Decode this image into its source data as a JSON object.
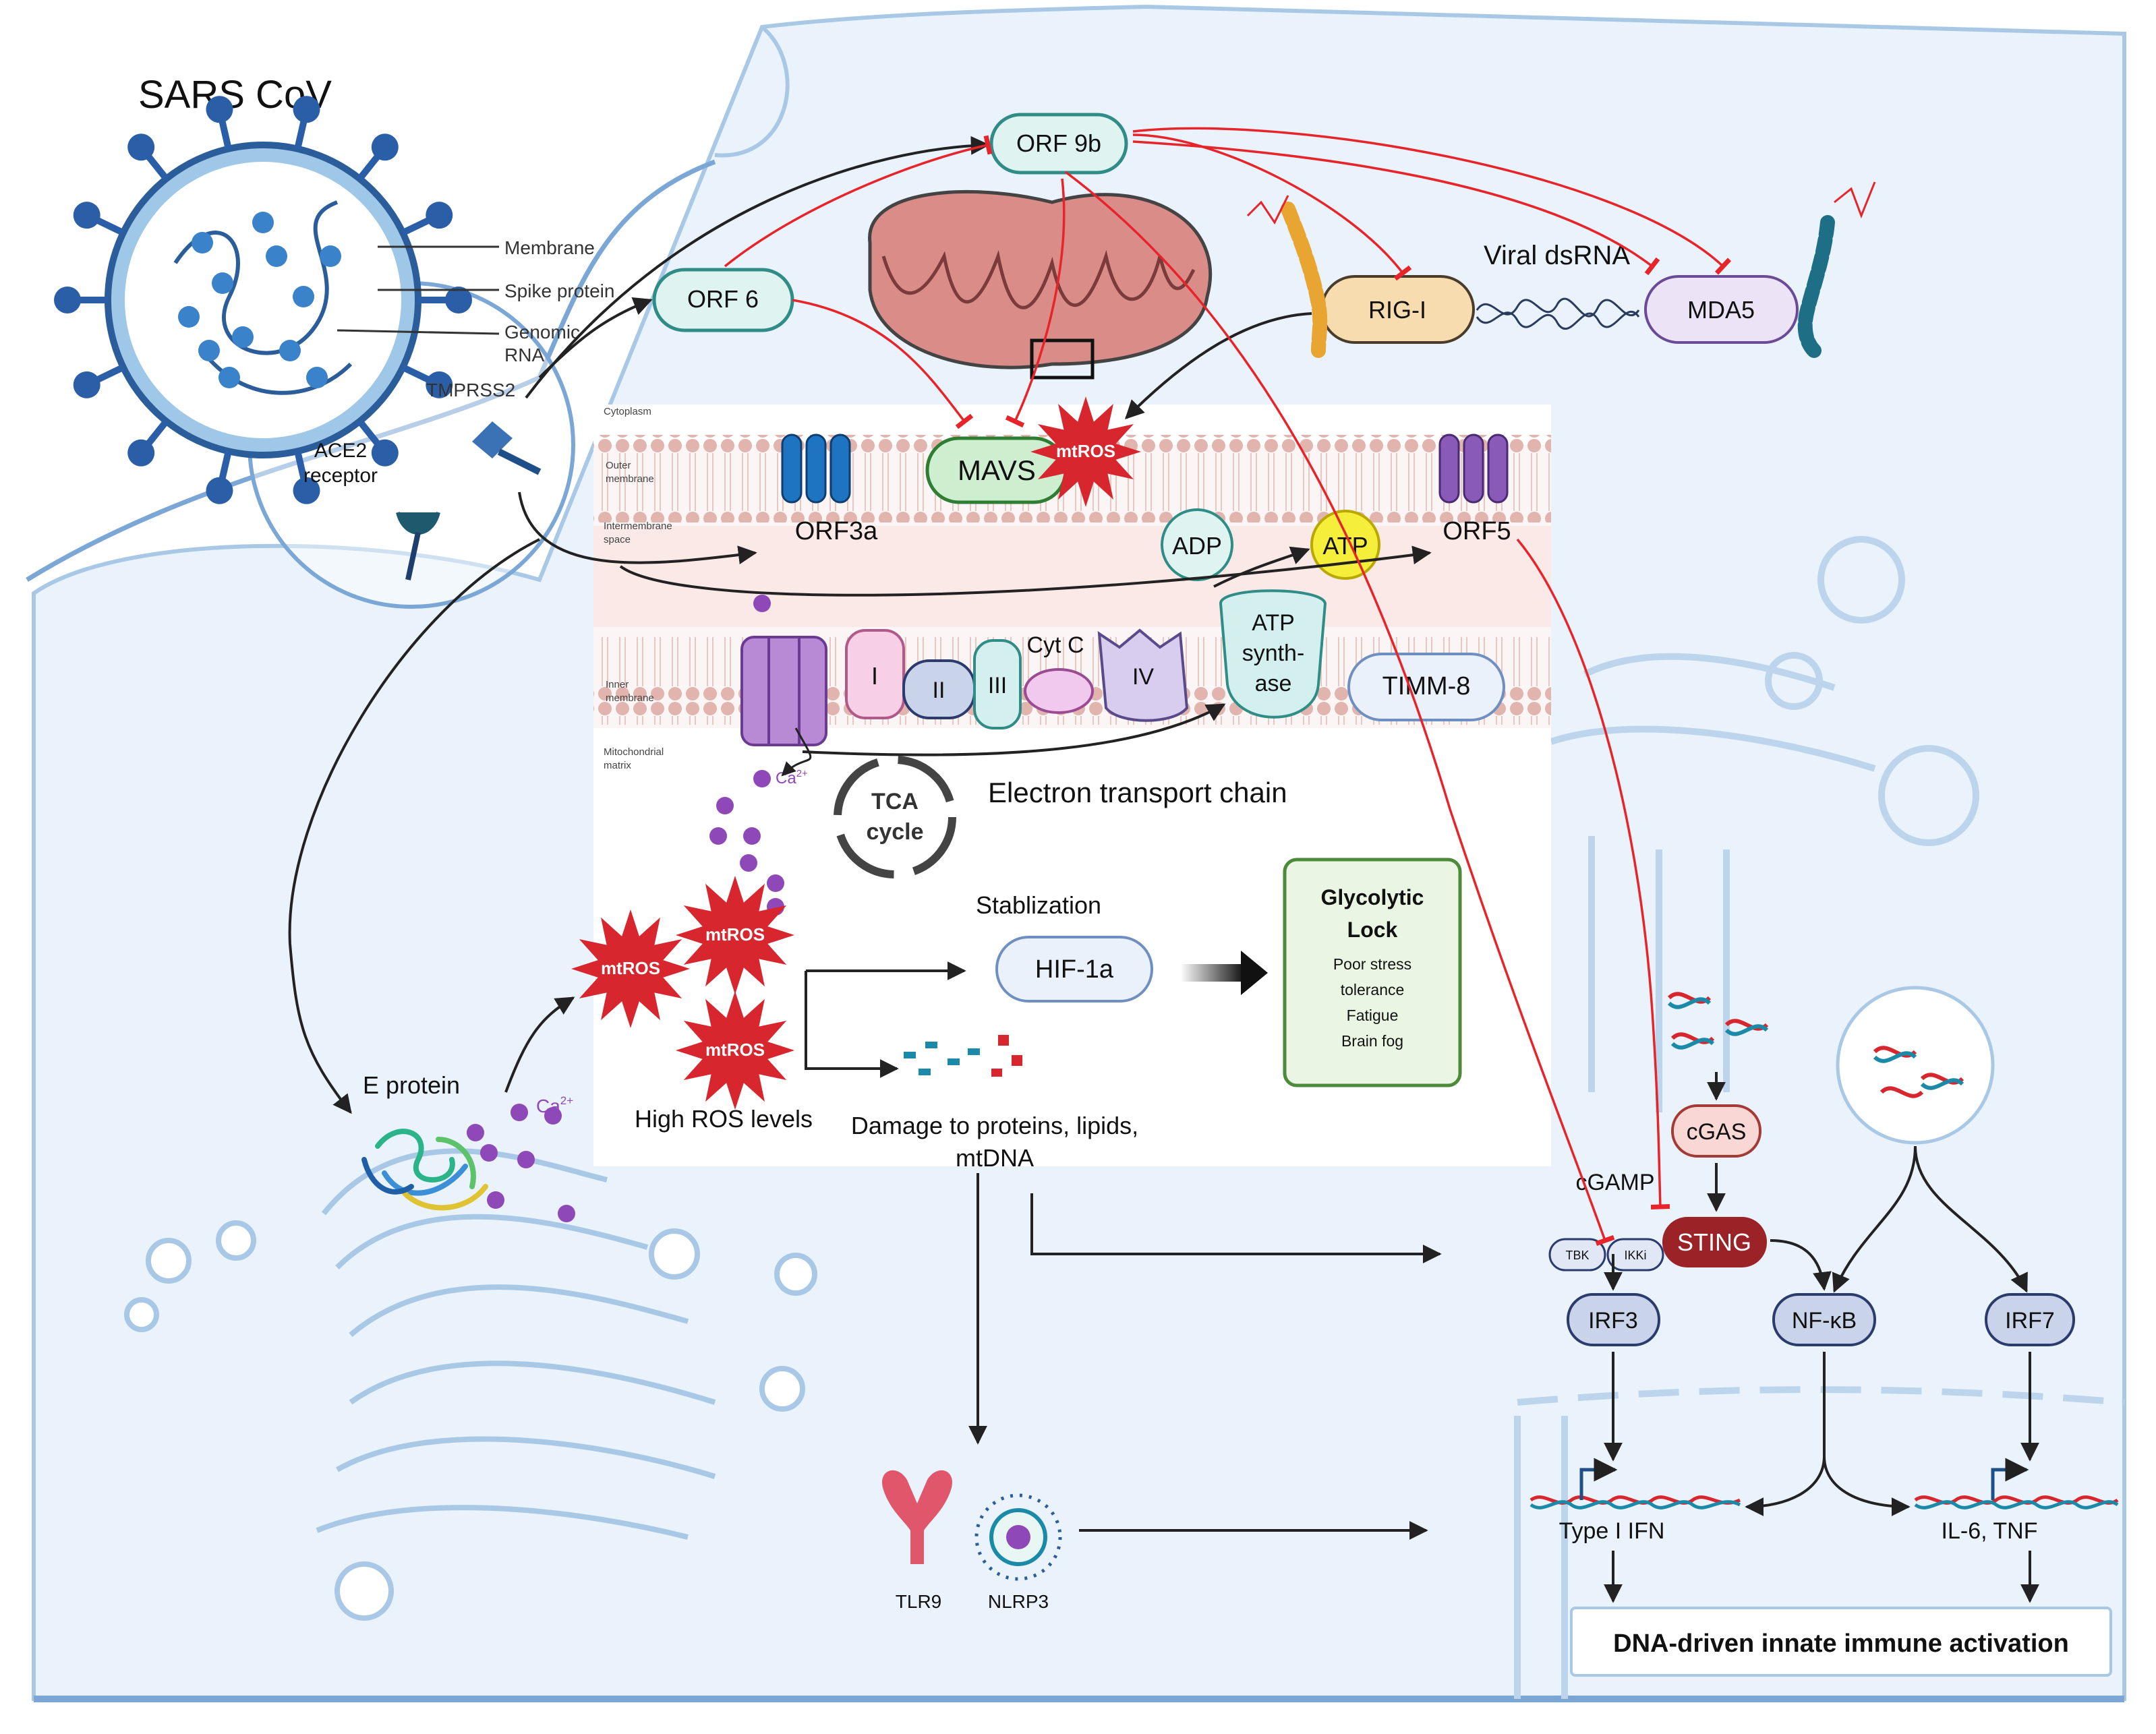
{
  "virus": {
    "title": "SARS CoV",
    "labels": {
      "membrane": "Membrane",
      "spike": "Spike protein",
      "genomic1": "Genomic",
      "genomic2": "RNA",
      "tmprss2": "TMPRSS2",
      "ace2_1": "ACE2",
      "ace2_2": "receptor"
    }
  },
  "viral_proteins": {
    "orf9b": "ORF 9b",
    "orf6": "ORF 6",
    "orf3a": "ORF3a",
    "orf5": "ORF5",
    "e_protein": "E protein"
  },
  "sensors": {
    "rigi": "RIG-I",
    "mda5": "MDA5",
    "dsrna": "Viral dsRNA"
  },
  "mito": {
    "regions": {
      "cytoplasm": "Cytoplasm",
      "outer1": "Outer",
      "outer2": "membrane",
      "inter1": "Intermembrane",
      "inter2": "space",
      "inner1": "Inner",
      "inner2": "membrane",
      "matrix1": "Mitochondrial",
      "matrix2": "matrix"
    },
    "mavs": "MAVS",
    "mtros": "mtROS",
    "adp": "ADP",
    "atp": "ATP",
    "atp_synthase": [
      "ATP",
      "synth-",
      "ase"
    ],
    "complexes": {
      "c1": "I",
      "c2": "II",
      "c3": "III",
      "c4": "IV"
    },
    "cytc": "Cyt C",
    "timm8": "TIMM-8",
    "ca": "Ca",
    "ca_sup": "2+",
    "tca": [
      "TCA",
      "cycle"
    ],
    "etc": "Electron transport chain",
    "stabilization": "Stablization",
    "hif": "HIF-1a",
    "high_ros": "High ROS levels",
    "damage": [
      "Damage to proteins, lipids,",
      "mtDNA"
    ],
    "glycolytic": {
      "title": [
        "Glycolytic",
        "Lock"
      ],
      "items": [
        "Poor stress",
        "tolerance",
        "Fatigue",
        "Brain fog"
      ]
    }
  },
  "immune": {
    "cgas": "cGAS",
    "cgamp": "cGAMP",
    "sting": "STING",
    "tbk": "TBK",
    "ikki": "IKKi",
    "irf3": "IRF3",
    "nfkb": "NF-κB",
    "irf7": "IRF7",
    "type1ifn": "Type I IFN",
    "il6tnf": "IL-6, TNF",
    "tlr9": "TLR9",
    "nlrp3": "NLRP3",
    "activation": "DNA-driven innate immune activation"
  },
  "colors": {
    "cell_fill": "#eaf3fb",
    "cell_stroke": "#a8c8e6",
    "inhibit": "#e8242b",
    "orf_fill": "#dff4f1",
    "orf_stroke": "#2f8c86",
    "ros": "#d8262e",
    "calcium": "#8e48b8",
    "sting": "#9b2226",
    "factor": "#c9d4ea"
  }
}
